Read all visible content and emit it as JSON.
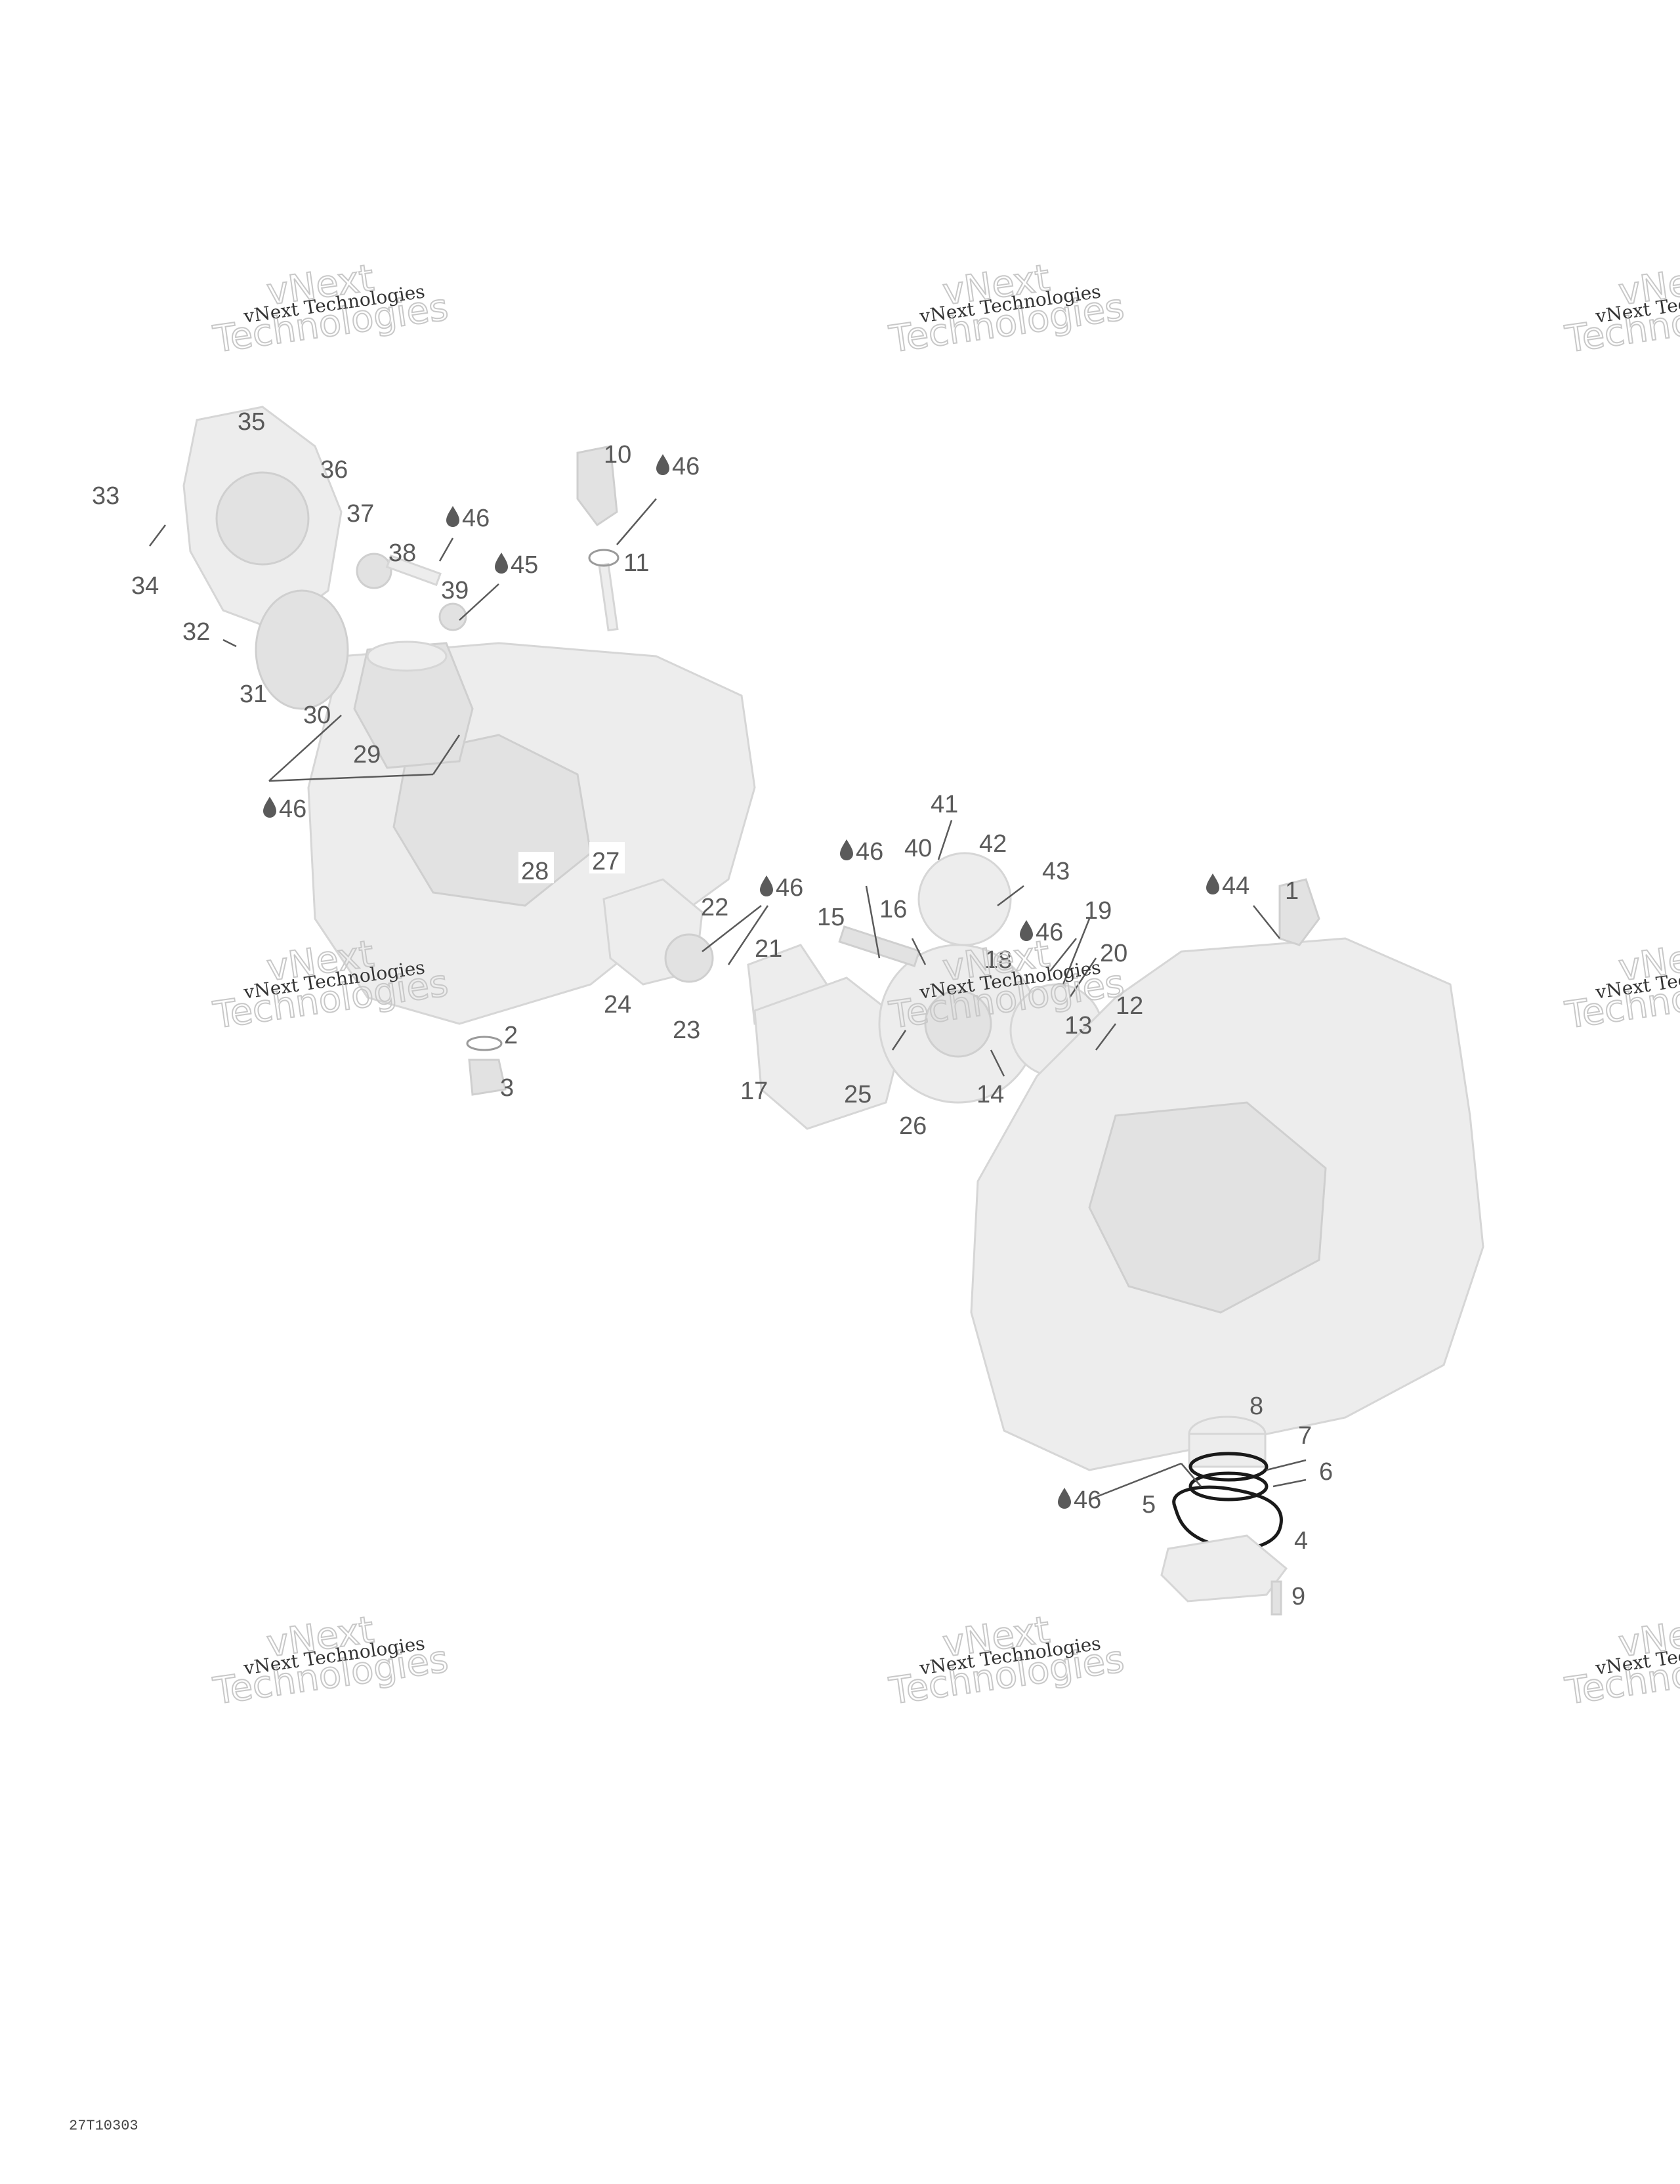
{
  "figure_code": "27T10303",
  "watermark": {
    "small_text": "vNext Technologies",
    "big_line1": "vNext",
    "big_line2": "Technologies"
  },
  "callouts": {
    "c1": "1",
    "c2": "2",
    "c3": "3",
    "c4": "4",
    "c5": "5",
    "c6": "6",
    "c7": "7",
    "c8": "8",
    "c9": "9",
    "c10": "10",
    "c11": "11",
    "c12": "12",
    "c13": "13",
    "c14": "14",
    "c15": "15",
    "c16": "16",
    "c17": "17",
    "c18": "18",
    "c19": "19",
    "c20": "20",
    "c21": "21",
    "c22": "22",
    "c23": "23",
    "c24": "24",
    "c25": "25",
    "c26": "26",
    "c27": "27",
    "c28": "28",
    "c29": "29",
    "c30": "30",
    "c31": "31",
    "c32": "32",
    "c33": "33",
    "c34": "34",
    "c35": "35",
    "c36": "36",
    "c37": "37",
    "c38": "38",
    "c39": "39",
    "c40": "40",
    "c41": "41",
    "c42": "42",
    "c43": "43"
  },
  "lubricants": {
    "l44": "44",
    "l45": "45",
    "l46": "46"
  }
}
